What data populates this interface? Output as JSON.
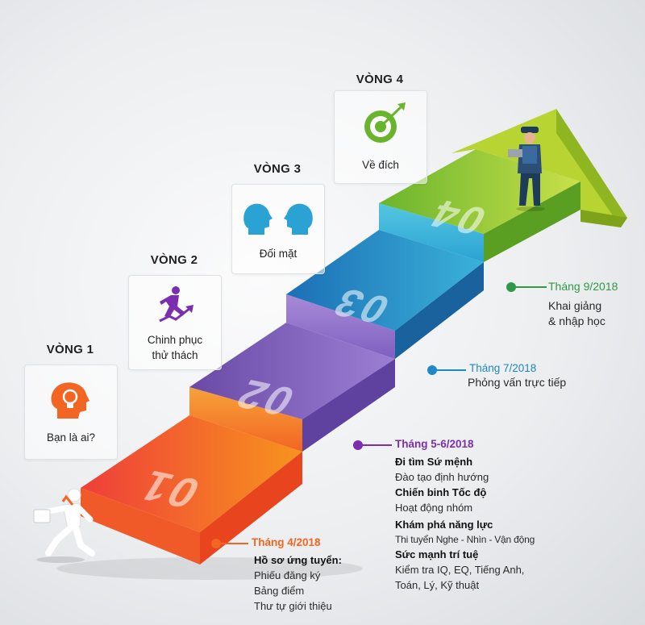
{
  "rounds": [
    {
      "title": "VÒNG 1",
      "label_lines": [
        "Bạn là ai?"
      ],
      "icon": "head-lightbulb-icon",
      "color": "#f26522"
    },
    {
      "title": "VÒNG 2",
      "label_lines": [
        "Chinh phục",
        "thử thách"
      ],
      "icon": "running-person-arrow-icon",
      "color": "#7b2fb0"
    },
    {
      "title": "VÒNG 3",
      "label_lines": [
        "Đối mặt"
      ],
      "icon": "two-faces-icon",
      "color": "#1e9dd6"
    },
    {
      "title": "VÒNG 4",
      "label_lines": [
        "Về đích"
      ],
      "icon": "target-arrow-icon",
      "color": "#6ab42d"
    }
  ],
  "steps": [
    {
      "number": "01",
      "color": "#f15a24"
    },
    {
      "number": "02",
      "color": "#7a52b8"
    },
    {
      "number": "03",
      "color": "#1f8fc9"
    },
    {
      "number": "04",
      "color": "#8cc63f"
    }
  ],
  "phases": {
    "p1": {
      "title": "Tháng 4/2018",
      "color": "#f26522",
      "heading": "Hồ sơ ứng tuyển:",
      "items": [
        "Phiếu đăng ký",
        "Bảng điểm",
        "Thư tự giới thiệu"
      ]
    },
    "p2": {
      "title": "Tháng 5-6/2018",
      "color": "#7b2fb0",
      "sections": [
        {
          "heading": "Đi tìm Sứ mệnh",
          "detail": "Đào tạo định hướng"
        },
        {
          "heading": "Chiến binh Tốc độ",
          "detail": "Hoạt động nhóm"
        },
        {
          "heading": "Khám phá năng lực",
          "detail": "Thi tuyển Nghe - Nhìn - Vận động"
        },
        {
          "heading": "Sức mạnh trí tuệ",
          "detail": "Kiểm tra IQ, EQ, Tiếng Anh,",
          "detail2": "Toán, Lý, Kỹ thuật"
        }
      ]
    },
    "p3": {
      "title": "Tháng 7/2018",
      "color": "#1e88c8",
      "detail": "Phỏng vấn trực tiếp"
    },
    "p4": {
      "title": "Tháng 9/2018",
      "color": "#2e9a47",
      "detail": "Khai giảng",
      "detail2": "& nhập học"
    }
  }
}
